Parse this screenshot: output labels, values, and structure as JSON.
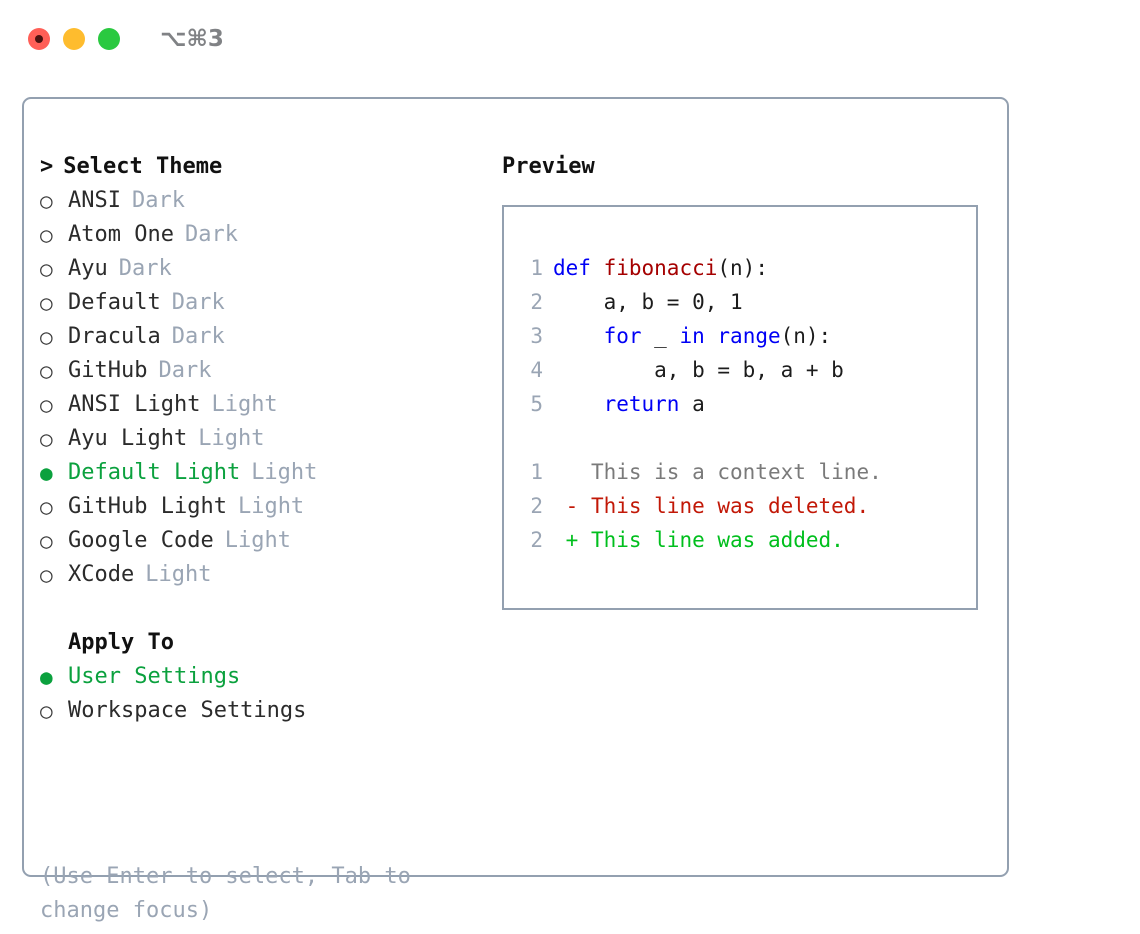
{
  "titlebar": {
    "shortcut": "⌥⌘3",
    "buttons": [
      "close",
      "minimize",
      "zoom"
    ]
  },
  "theme_panel": {
    "heading": "Select Theme",
    "caret": ">",
    "bullet_unselected": "○",
    "bullet_selected": "●",
    "items": [
      {
        "name": "ANSI",
        "tag": "Dark",
        "selected": false
      },
      {
        "name": "Atom One",
        "tag": "Dark",
        "selected": false
      },
      {
        "name": "Ayu",
        "tag": "Dark",
        "selected": false
      },
      {
        "name": "Default",
        "tag": "Dark",
        "selected": false
      },
      {
        "name": "Dracula",
        "tag": "Dark",
        "selected": false
      },
      {
        "name": "GitHub",
        "tag": "Dark",
        "selected": false
      },
      {
        "name": "ANSI Light",
        "tag": "Light",
        "selected": false
      },
      {
        "name": "Ayu Light",
        "tag": "Light",
        "selected": false
      },
      {
        "name": "Default Light",
        "tag": "Light",
        "selected": true
      },
      {
        "name": "GitHub Light",
        "tag": "Light",
        "selected": false
      },
      {
        "name": "Google Code",
        "tag": "Light",
        "selected": false
      },
      {
        "name": "XCode",
        "tag": "Light",
        "selected": false
      }
    ]
  },
  "apply_to": {
    "heading": "Apply To",
    "items": [
      {
        "name": "User Settings",
        "selected": true
      },
      {
        "name": "Workspace Settings",
        "selected": false
      }
    ]
  },
  "hint": "(Use Enter to select, Tab to change focus)",
  "preview": {
    "title": "Preview",
    "code_lines": [
      {
        "num": "1",
        "tokens": [
          {
            "t": "def",
            "c": "kw"
          },
          {
            "t": " ",
            "c": "plain-code"
          },
          {
            "t": "fibonacci",
            "c": "fn"
          },
          {
            "t": "(n):",
            "c": "plain-code"
          }
        ]
      },
      {
        "num": "2",
        "tokens": [
          {
            "t": "    a, b = 0, 1",
            "c": "plain-code"
          }
        ]
      },
      {
        "num": "3",
        "tokens": [
          {
            "t": "    ",
            "c": "plain-code"
          },
          {
            "t": "for",
            "c": "kw"
          },
          {
            "t": " _ ",
            "c": "plain-code"
          },
          {
            "t": "in",
            "c": "kw"
          },
          {
            "t": " ",
            "c": "plain-code"
          },
          {
            "t": "range",
            "c": "kw"
          },
          {
            "t": "(n):",
            "c": "plain-code"
          }
        ]
      },
      {
        "num": "4",
        "tokens": [
          {
            "t": "        a, b = b, a + b",
            "c": "plain-code"
          }
        ]
      },
      {
        "num": "5",
        "tokens": [
          {
            "t": "    ",
            "c": "plain-code"
          },
          {
            "t": "return",
            "c": "kw"
          },
          {
            "t": " a",
            "c": "plain-code"
          }
        ]
      }
    ],
    "diff_lines": [
      {
        "num": "1",
        "marker": " ",
        "text": "This is a context line.",
        "kind": "ctx"
      },
      {
        "num": "2",
        "marker": "-",
        "text": "This line was deleted.",
        "kind": "del"
      },
      {
        "num": "2",
        "marker": "+",
        "text": "This line was added.",
        "kind": "add"
      }
    ]
  },
  "colors": {
    "accent_green": "#0ba13e",
    "muted": "#9aa5b4",
    "border": "#93a0b0",
    "keyword_blue": "#0000f5",
    "function_red": "#a50000",
    "diff_deleted": "#c21807",
    "diff_added": "#00bf1d"
  }
}
